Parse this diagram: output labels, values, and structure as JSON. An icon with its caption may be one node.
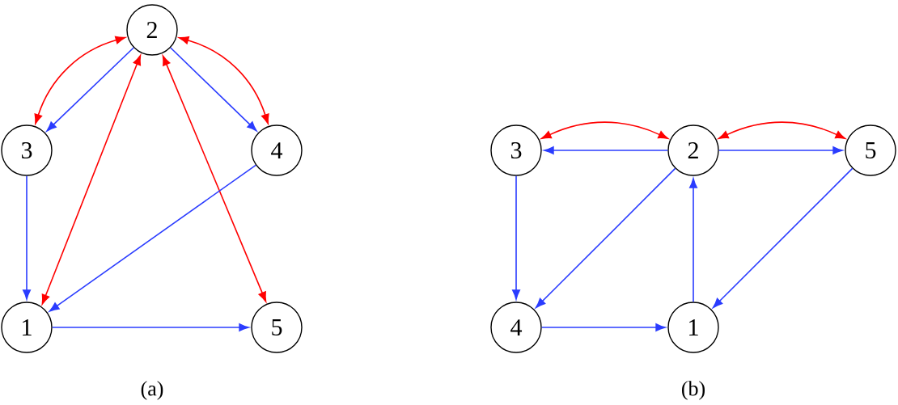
{
  "diagram": {
    "nodes": [
      {
        "text": [
          "2"
        ]
      },
      {
        "text": [
          "3"
        ]
      },
      {
        "text": [
          "4"
        ]
      },
      {
        "text": [
          "1"
        ]
      },
      {
        "text": [
          "5"
        ]
      },
      {
        "text": [
          "3"
        ]
      },
      {
        "text": [
          "2"
        ]
      },
      {
        "text": [
          "5"
        ]
      },
      {
        "text": [
          "4"
        ]
      },
      {
        "text": [
          "1"
        ]
      }
    ],
    "edges": [
      {
        "from": 0,
        "to": 1,
        "arrow": "to"
      },
      {
        "from": 0,
        "to": 1,
        "arrow": "both",
        "color": "#ff0000"
      },
      {
        "from": 0,
        "to": 2,
        "arrow": "to"
      },
      {
        "from": 0,
        "to": 2,
        "arrow": "both",
        "color": "#ff0000"
      },
      {
        "from": 1,
        "to": 3,
        "arrow": "to"
      },
      {
        "from": 0,
        "to": 3,
        "arrow": "both",
        "color": "#ff0000"
      },
      {
        "from": 0,
        "to": 4,
        "arrow": "both",
        "color": "#ff0000"
      },
      {
        "from": 2,
        "to": 3,
        "arrow": "to"
      },
      {
        "from": 3,
        "to": 4,
        "arrow": "to"
      },
      {
        "from": 6,
        "to": 5,
        "arrow": "to"
      },
      {
        "from": 5,
        "to": 6,
        "arrow": "both",
        "color": "#ff0000"
      },
      {
        "from": 6,
        "to": 7,
        "arrow": "to"
      },
      {
        "from": 6,
        "to": 7,
        "arrow": "both",
        "color": "#ff0000"
      },
      {
        "from": 5,
        "to": 8,
        "arrow": "to"
      },
      {
        "from": 6,
        "to": 8,
        "arrow": "to"
      },
      {
        "from": 9,
        "to": 6,
        "arrow": "to"
      },
      {
        "from": 7,
        "to": 9,
        "arrow": "to"
      },
      {
        "from": 8,
        "to": 9,
        "arrow": "to"
      }
    ],
    "labels": [
      "(a)",
      "(b)"
    ]
  }
}
